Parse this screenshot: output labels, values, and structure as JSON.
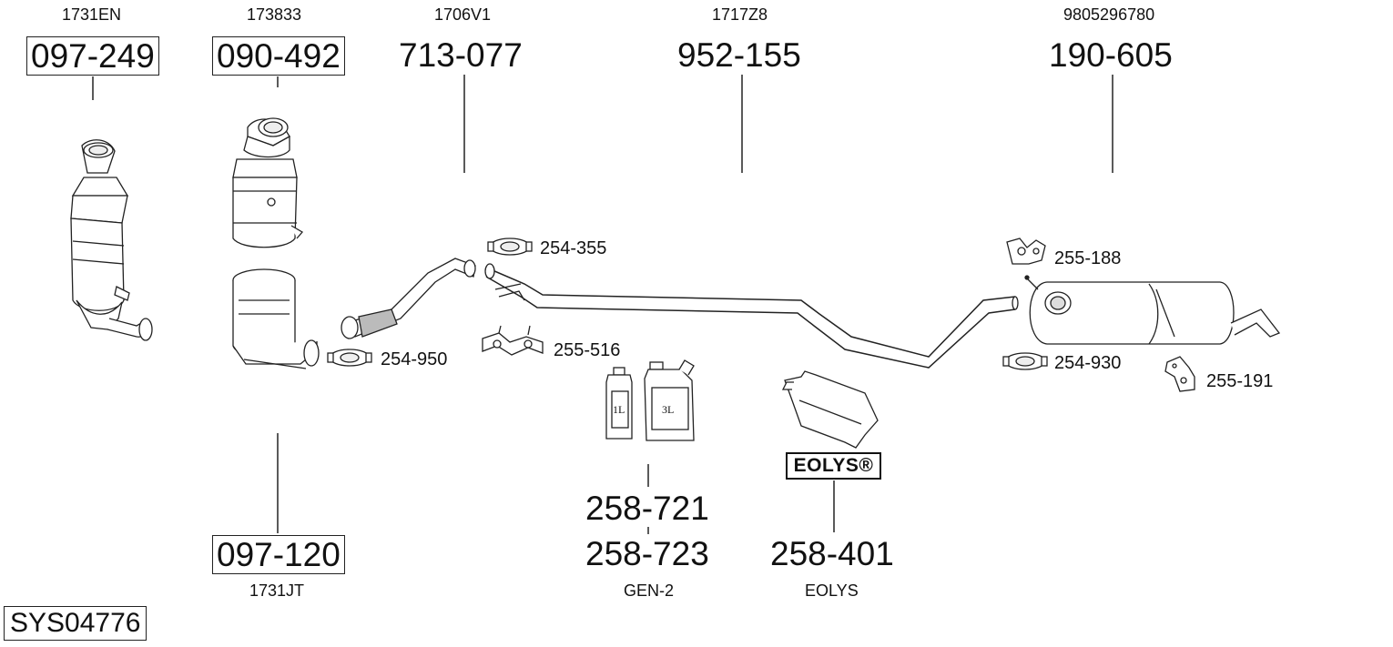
{
  "diagram_id": "SYS04776",
  "parts": [
    {
      "name": "part-097-249",
      "number": "097-249",
      "ref": "1731EN"
    },
    {
      "name": "part-090-492",
      "number": "090-492",
      "ref": "173833"
    },
    {
      "name": "part-713-077",
      "number": "713-077",
      "ref": "1706V1"
    },
    {
      "name": "part-952-155",
      "number": "952-155",
      "ref": "1717Z8"
    },
    {
      "name": "part-190-605",
      "number": "190-605",
      "ref": "9805296780"
    },
    {
      "name": "part-097-120",
      "number": "097-120",
      "ref": "1731JT"
    },
    {
      "name": "part-258-721",
      "number": "258-721",
      "ref": ""
    },
    {
      "name": "part-258-723",
      "number": "258-723",
      "ref": "GEN-2"
    },
    {
      "name": "part-258-401",
      "number": "258-401",
      "ref": "EOLYS"
    }
  ],
  "accessories": {
    "a254_355": "254-355",
    "a254_950": "254-950",
    "a255_516": "255-516",
    "a255_188": "255-188",
    "a254_930": "254-930",
    "a255_191": "255-191"
  },
  "containers": {
    "small": "1L",
    "large": "3L"
  },
  "eolys_logo": "EOLYS®"
}
